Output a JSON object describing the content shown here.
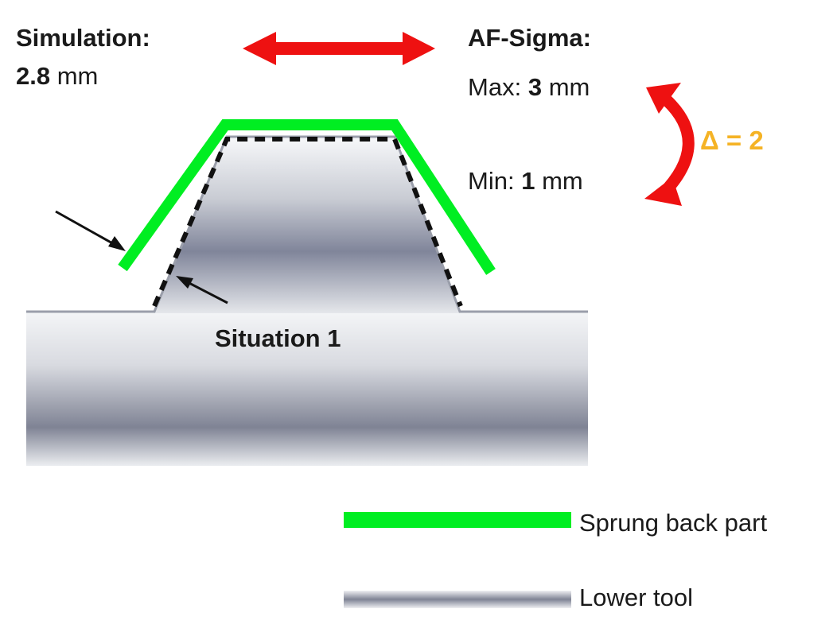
{
  "simulation": {
    "label": "Simulation:",
    "value_number": "2.8",
    "value_unit": "mm"
  },
  "af_sigma": {
    "label": "AF-Sigma:",
    "max_label": "Max:",
    "max_value": "3",
    "max_unit": "mm",
    "min_label": "Min:",
    "min_value": "1",
    "min_unit": "mm",
    "delta_text": "Δ = 2"
  },
  "situation_label": "Situation 1",
  "legend": {
    "sprung_back": "Sprung back part",
    "lower_tool": "Lower tool"
  },
  "colors": {
    "sprung_back": "#00ee22",
    "comparison_arrow": "#ee1111",
    "delta_arrow": "#ee1111",
    "delta_text": "#f5b325",
    "tool_dark": "#7f8394",
    "tool_light": "#eceef2",
    "measurement": "#111111"
  }
}
